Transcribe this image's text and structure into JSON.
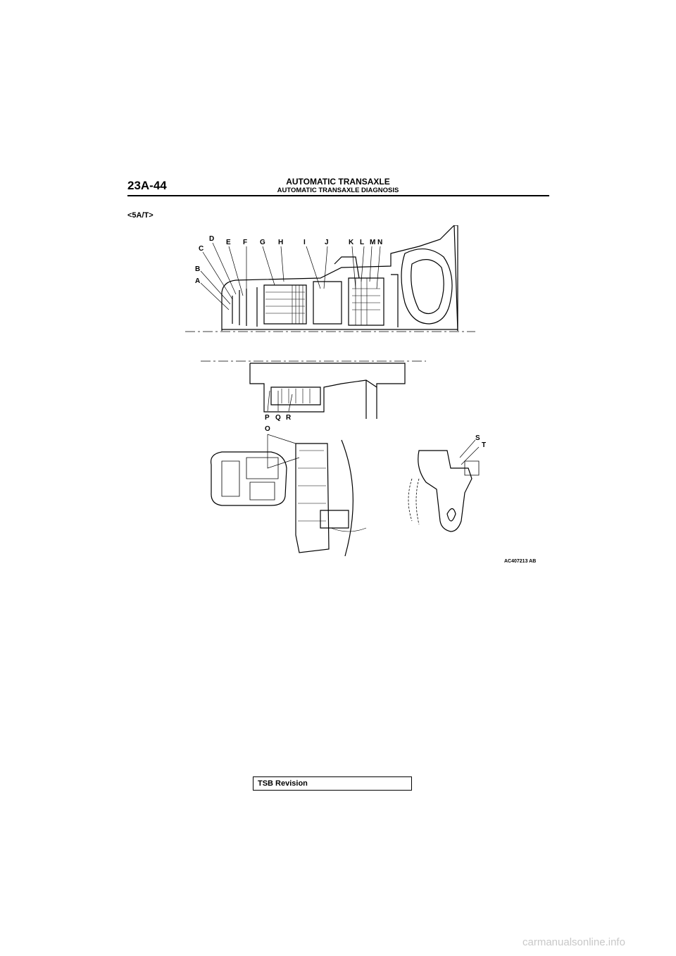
{
  "header": {
    "page_number": "23A-44",
    "title": "AUTOMATIC TRANSAXLE",
    "subtitle": "AUTOMATIC TRANSAXLE DIAGNOSIS"
  },
  "variant_label": "<5A/T>",
  "figure": {
    "callouts": {
      "A": "A",
      "B": "B",
      "C": "C",
      "D": "D",
      "E": "E",
      "F": "F",
      "G": "G",
      "H": "H",
      "I": "I",
      "J": "J",
      "K": "K",
      "L": "L",
      "M": "M",
      "N": "N",
      "O": "O",
      "P": "P",
      "Q": "Q",
      "R": "R",
      "S": "S",
      "T": "T"
    },
    "code": "AC407213 AB"
  },
  "footer": {
    "tsb_label": "TSB Revision"
  },
  "watermark": "carmanualsonline.info"
}
